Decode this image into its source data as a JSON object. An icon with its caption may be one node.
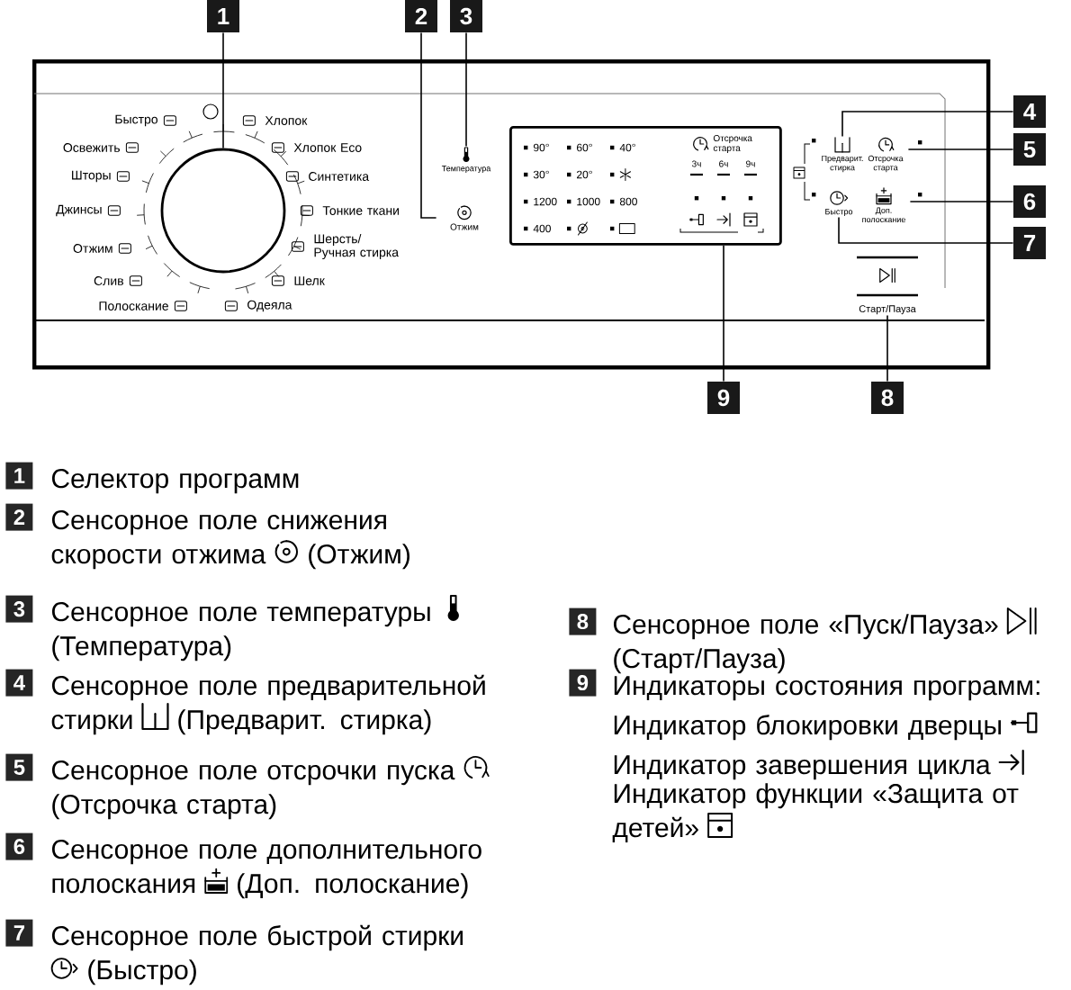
{
  "diagram": {
    "nodes": [
      {
        "text": [],
        "shape": "box"
      },
      {
        "text": [
          "1"
        ]
      },
      {
        "text": [
          "2"
        ]
      },
      {
        "text": [
          "3"
        ]
      },
      {
        "text": [
          "4"
        ]
      },
      {
        "text": [
          "5"
        ]
      },
      {
        "text": [
          "6"
        ]
      },
      {
        "text": [
          "7"
        ]
      },
      {
        "text": [
          "8"
        ]
      },
      {
        "text": [
          "9"
        ]
      },
      {
        "text": [],
        "shape": "circle",
        "in": 0
      },
      {
        "text": [
          "Отжим"
        ],
        "in": 0
      },
      {
        "text": [
          "Температура"
        ],
        "in": 0
      },
      {
        "text": [
          "90°",
          "60°",
          "40°",
          "30°",
          "20°",
          "1200",
          "1000",
          "800",
          "400",
          "Отсрочка старта",
          "3ч",
          "6ч",
          "9ч"
        ],
        "in": 0
      },
      {
        "text": [
          "Предварит. стирка"
        ],
        "in": 0
      },
      {
        "text": [
          "Отсрочка старта"
        ],
        "in": 0
      },
      {
        "text": [
          "Быстро"
        ],
        "in": 0
      },
      {
        "text": [
          "Доп. полоскание"
        ],
        "in": 0
      },
      {
        "text": [
          "Старт/Пауза"
        ],
        "in": 0
      }
    ],
    "edges": [
      {
        "from": 1,
        "to": 10,
        "arrow": "none"
      },
      {
        "from": 2,
        "to": 11,
        "arrow": "none"
      },
      {
        "from": 3,
        "to": 12,
        "arrow": "none"
      },
      {
        "from": 4,
        "to": 14,
        "arrow": "none"
      },
      {
        "from": 5,
        "to": 15,
        "arrow": "none"
      },
      {
        "from": 6,
        "to": 17,
        "arrow": "none"
      },
      {
        "from": 7,
        "to": 16,
        "arrow": "none"
      },
      {
        "from": 8,
        "to": 18,
        "arrow": "none"
      },
      {
        "from": 9,
        "to": 13,
        "arrow": "none"
      }
    ],
    "labels": [
      "Быстро",
      "Хлопок",
      "Освежить",
      "Хлопок Eco",
      "Шторы",
      "Синтетика",
      "Джинсы",
      "Тонкие ткани",
      "Отжим",
      "Шерсть/ Ручная стирка",
      "Слив",
      "Шелк",
      "Полоскание",
      "Одеяла",
      "1",
      "Селектор программ",
      "2",
      "Сенсорное поле снижения скорости отжима",
      "(Отжим)",
      "3",
      "Сенсорное поле температуры",
      "(Температура)",
      "4",
      "Сенсорное поле предварительной стирки",
      "(Предварит. стирка)",
      "5",
      "Сенсорное поле отсрочки пуска",
      "(Отсрочка старта)",
      "6",
      "Сенсорное поле дополнительного полоскания",
      "(Доп. полоскание)",
      "7",
      "Сенсорное поле быстрой стирки",
      "(Быстро)",
      "8",
      "Сенсорное поле «Пуск/Пауза»",
      "(Старт/Пауза)",
      "9",
      "Индикаторы состояния программ:",
      "Индикатор блокировки дверцы",
      "Индикатор завершения цикла",
      "Индикатор функции «Защита от детей»"
    ]
  }
}
